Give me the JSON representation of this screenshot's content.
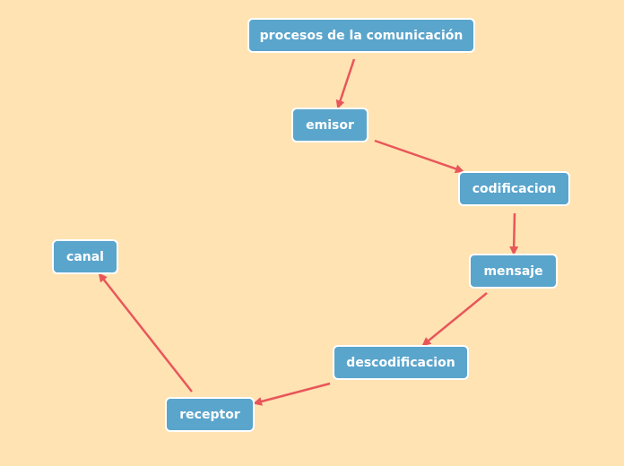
{
  "diagram": {
    "background": "#FFE3B3",
    "node_color": "#5AA5CC",
    "node_border": "#FFFFFF",
    "arrow_color": "#E8565A",
    "nodes": {
      "procesos": "procesos de la comunicación",
      "emisor": "emisor",
      "codificacion": "codificacion",
      "mensaje": "mensaje",
      "descodificacion": "descodificacion",
      "receptor": "receptor",
      "canal": "canal"
    },
    "edges": [
      {
        "from": "procesos",
        "to": "emisor"
      },
      {
        "from": "emisor",
        "to": "codificacion"
      },
      {
        "from": "codificacion",
        "to": "mensaje"
      },
      {
        "from": "mensaje",
        "to": "descodificacion"
      },
      {
        "from": "descodificacion",
        "to": "receptor"
      },
      {
        "from": "receptor",
        "to": "canal"
      }
    ]
  }
}
